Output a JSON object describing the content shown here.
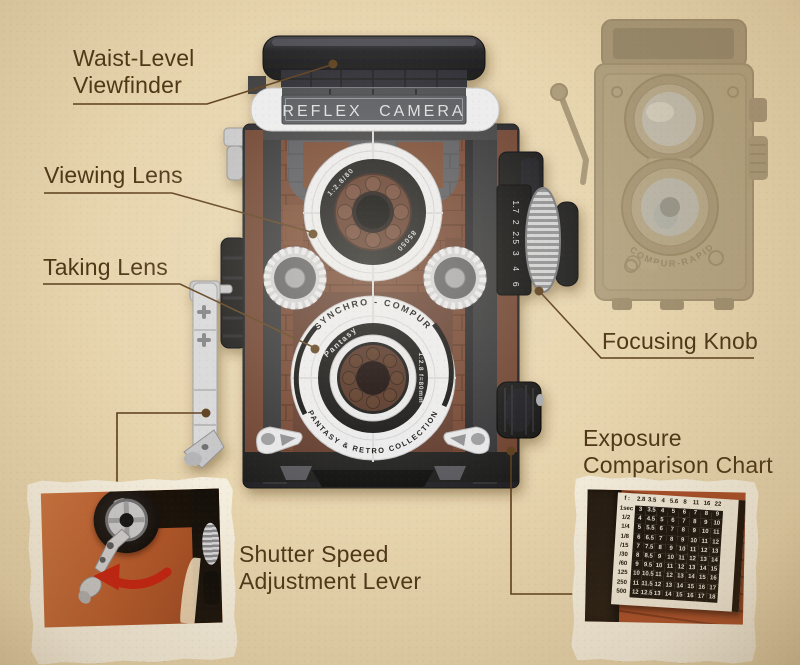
{
  "labels": {
    "waist_level": {
      "line1": "Waist-Level",
      "line2": "Viewfinder"
    },
    "viewing_lens": "Viewing Lens",
    "taking_lens": "Taking Lens",
    "focusing_knob": "Focusing Knob",
    "exposure": {
      "line1": "Exposure",
      "line2": "Comparison Chart"
    },
    "shutter": {
      "line1": "Shutter Speed",
      "line2": "Adjustment Lever"
    }
  },
  "camera": {
    "nameplate": "REFLEX CAMERA",
    "viewing_lens_ring_text": "1:2.8/80",
    "viewing_lens_serial": "85050",
    "taking_lens_top_arc": "SYNCHRO - COMPUR",
    "taking_lens_bottom_arc": "PANTASY & RETRO COLLECTION",
    "taking_lens_brand": "Pantasy",
    "taking_lens_spec": "1:2.8  f=80mm",
    "focus_scale": [
      "1.7",
      "2",
      "2.5",
      "3",
      "4",
      "6"
    ]
  },
  "vintage_photo": {
    "arc_text": "COMPUR-RAPID"
  },
  "exposure_chart": {
    "corner_label": "f :",
    "f_stops": [
      "2.8",
      "3.5",
      "4",
      "5.6",
      "8",
      "11",
      "16",
      "22"
    ],
    "rows": [
      {
        "speed": "1sec",
        "values": [
          "3",
          "3.5",
          "4",
          "5",
          "6",
          "7",
          "8",
          "9"
        ]
      },
      {
        "speed": "1/2",
        "values": [
          "4",
          "4.5",
          "5",
          "6",
          "7",
          "8",
          "9",
          "10"
        ]
      },
      {
        "speed": "1/4",
        "values": [
          "5",
          "5.5",
          "6",
          "7",
          "8",
          "9",
          "10",
          "11"
        ]
      },
      {
        "speed": "1/8",
        "values": [
          "6",
          "6.5",
          "7",
          "8",
          "9",
          "10",
          "11",
          "12"
        ]
      },
      {
        "speed": "/15",
        "values": [
          "7",
          "7.5",
          "8",
          "9",
          "10",
          "11",
          "12",
          "13"
        ]
      },
      {
        "speed": "/30",
        "values": [
          "8",
          "8.5",
          "9",
          "10",
          "11",
          "12",
          "13",
          "14"
        ]
      },
      {
        "speed": "/60",
        "values": [
          "9",
          "9.5",
          "10",
          "11",
          "12",
          "13",
          "14",
          "15"
        ]
      },
      {
        "speed": "125",
        "values": [
          "10",
          "10.5",
          "11",
          "12",
          "13",
          "14",
          "15",
          "16"
        ]
      },
      {
        "speed": "250",
        "values": [
          "11",
          "11.5",
          "12",
          "13",
          "14",
          "15",
          "16",
          "17"
        ]
      },
      {
        "speed": "500",
        "values": [
          "12",
          "12.5",
          "13",
          "14",
          "15",
          "16",
          "17",
          "18"
        ]
      }
    ]
  },
  "colors": {
    "parchment": "#e7d5ae",
    "label_text": "#4d3717",
    "leader_line": "#5b3d1b",
    "panel_brown": "#71422f",
    "arrow_red": "#c3200f"
  }
}
